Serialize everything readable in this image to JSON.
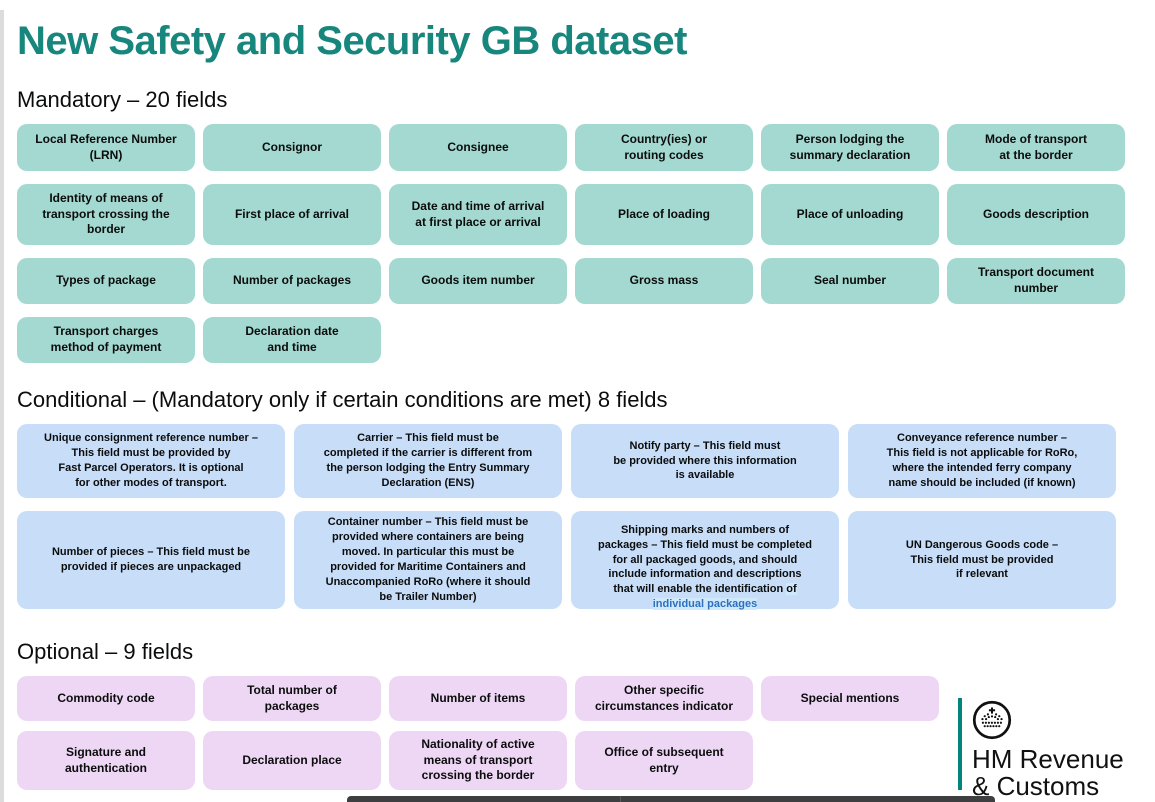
{
  "page": {
    "title": "New Safety and Security GB dataset"
  },
  "colors": {
    "title_teal": "#17867d",
    "mandatory_box": "#a3d9d1",
    "conditional_box": "#c7ddf8",
    "optional_box": "#eed7f5",
    "box_text": "#0b0c0c",
    "selection_highlight": "#cfe9fc",
    "highlight_link_text": "#2f6fbe",
    "logo_accent_bar": "#00847b",
    "bottom_toolbar": "#3e3e40"
  },
  "sections": {
    "mandatory": {
      "heading": "Mandatory – 20 fields",
      "fields": [
        "Local Reference Number\n(LRN)",
        "Consignor",
        "Consignee",
        "Country(ies) or\nrouting codes",
        "Person lodging the\nsummary declaration",
        "Mode of transport\nat the border",
        "Identity of means of\ntransport crossing the\nborder",
        "First place of arrival",
        "Date and time of arrival\nat first place or arrival",
        "Place of loading",
        "Place of unloading",
        "Goods description",
        "Types of package",
        "Number of packages",
        "Goods item number",
        "Gross mass",
        "Seal number",
        "Transport document\nnumber",
        "Transport charges\nmethod of payment",
        "Declaration date\nand time"
      ]
    },
    "conditional": {
      "heading": "Conditional – (Mandatory only if certain conditions are met) 8 fields",
      "fields": [
        "Unique consignment reference number –\nThis field must be provided by\nFast Parcel Operators. It is optional\nfor other modes of transport.",
        "Carrier – This field must be\ncompleted if the carrier is different from\nthe person lodging the Entry Summary\nDeclaration (ENS)",
        "Notify party – This field must\nbe provided where this information\nis available",
        "Conveyance reference number –\nThis field is not applicable for RoRo,\nwhere the intended ferry company\nname should be included (if known)",
        "Number of pieces – This field must be\nprovided if pieces are unpackaged",
        "Container number – This field must be\nprovided where containers are being\nmoved. In particular this must be\nprovided for Maritime Containers and\nUnaccompanied RoRo (where it should\nbe Trailer Number)",
        {
          "text": "Shipping marks and numbers of\npackages – This field must be completed\nfor all packaged goods, and should\ninclude information and descriptions\nthat will enable the identification ",
          "highlight_of": "of",
          "highlight_rest": "\nindividual packages"
        },
        "UN Dangerous Goods code –\nThis field must be provided\nif relevant"
      ]
    },
    "optional": {
      "heading": "Optional – 9 fields",
      "fields": [
        "Commodity code",
        "Total number of\npackages",
        "Number of items",
        "Other specific\ncircumstances indicator",
        "Special mentions",
        "Signature and\nauthentication",
        "Declaration place",
        "Nationality of active\nmeans of transport\ncrossing the border",
        "Office of subsequent\nentry"
      ]
    }
  },
  "logo": {
    "icon": "hmrc-crown-icon",
    "text": "HM Revenue\n& Customs"
  }
}
